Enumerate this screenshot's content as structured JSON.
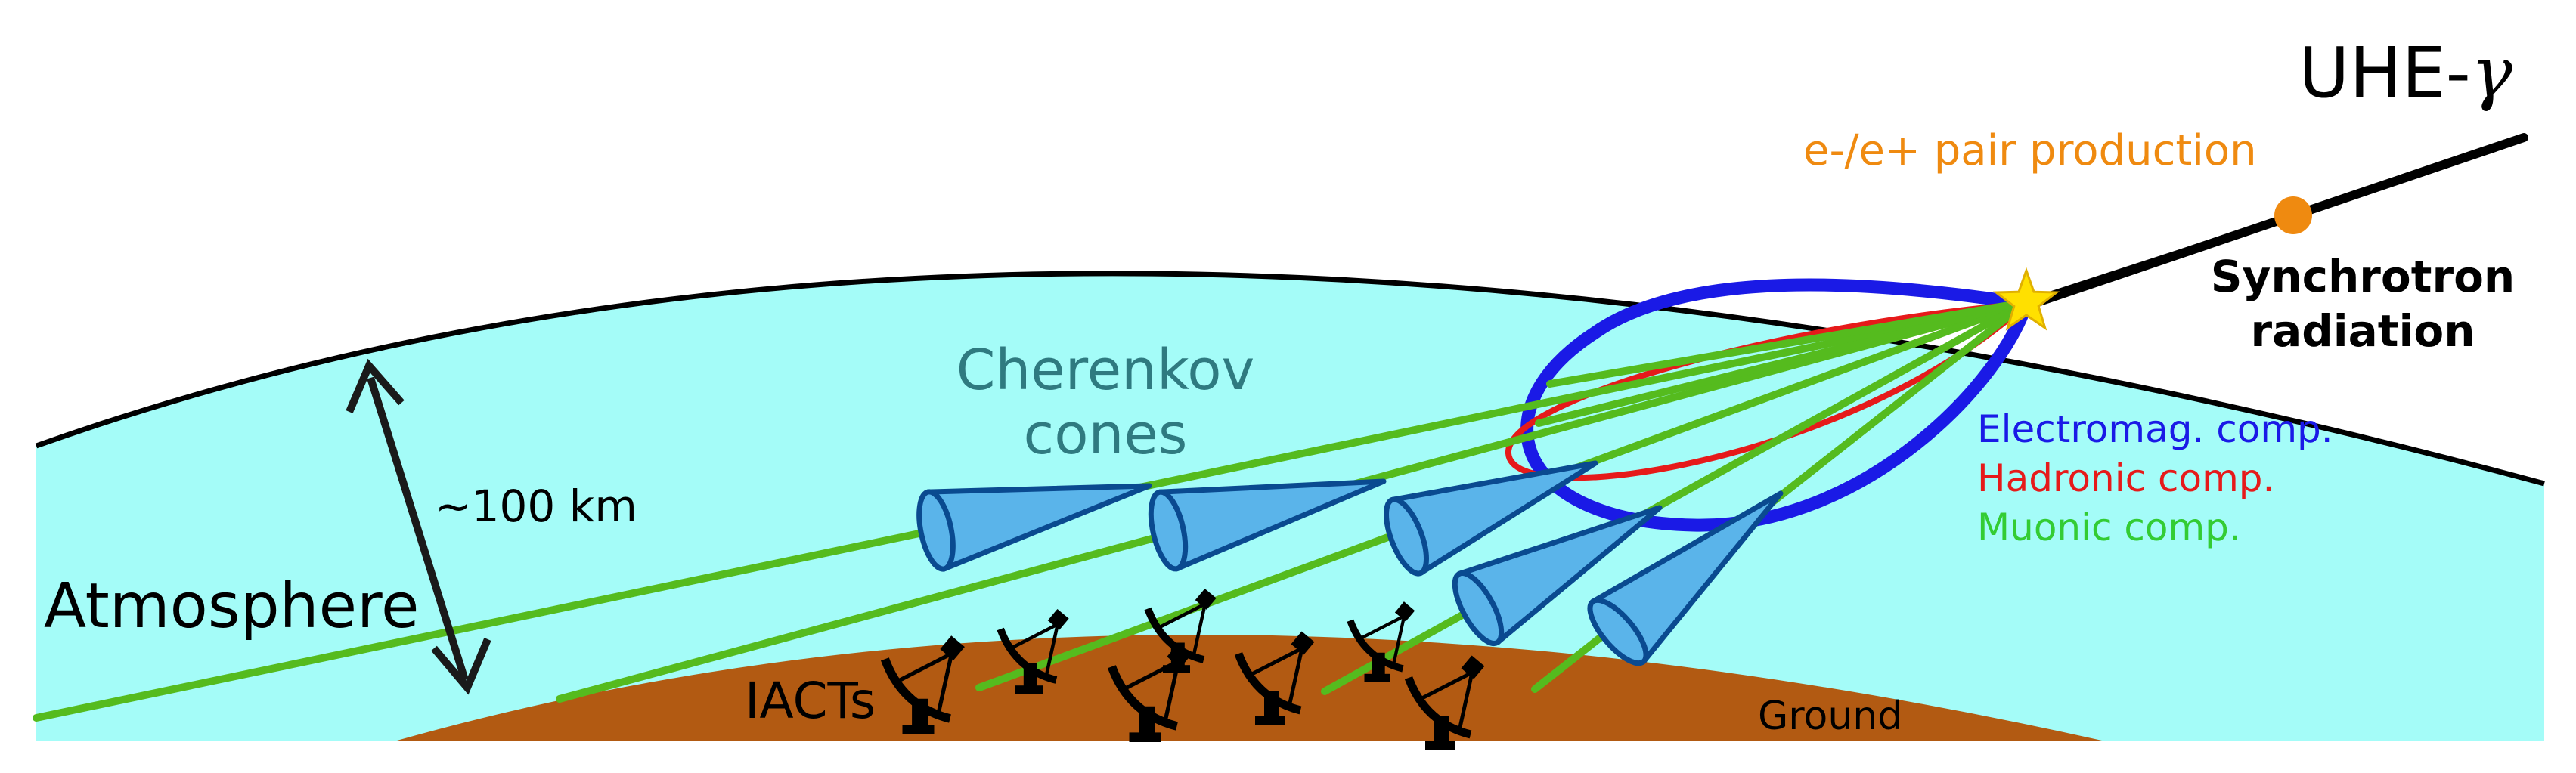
{
  "labels": {
    "primary": "UHE-",
    "primary_symbol": "γ",
    "pair_production": "e-/e+ pair production",
    "synchrotron_line1": "Synchrotron",
    "synchrotron_line2": "radiation",
    "cherenkov_line1": "Cherenkov",
    "cherenkov_line2": "cones",
    "height": "~100 km",
    "atmosphere": "Atmosphere",
    "iacts": "IACTs",
    "ground": "Ground"
  },
  "legend": [
    {
      "label": "Electromag. comp.",
      "color": "#1a1ae6"
    },
    {
      "label": "Hadronic comp.",
      "color": "#e61a1a"
    },
    {
      "label": "Muonic comp.",
      "color": "#33cc33"
    }
  ],
  "colors": {
    "atmosphere": "#a4fcf8",
    "ground": "#b25a12",
    "electromagnetic": "#1a1ae6",
    "hadronic": "#e61a1a",
    "muonic": "#55bb1e",
    "cone_fill": "#5ab4ea",
    "cone_edge": "#0a4a90",
    "pair_production": "#ef8a10",
    "interaction_star": "#ffe000",
    "cherenkov_text": "#2f7a80",
    "primary_track": "#000000"
  },
  "icons": [
    "interaction-star-icon",
    "pair-production-dot-icon",
    "telescope-icon",
    "double-arrow-icon"
  ]
}
